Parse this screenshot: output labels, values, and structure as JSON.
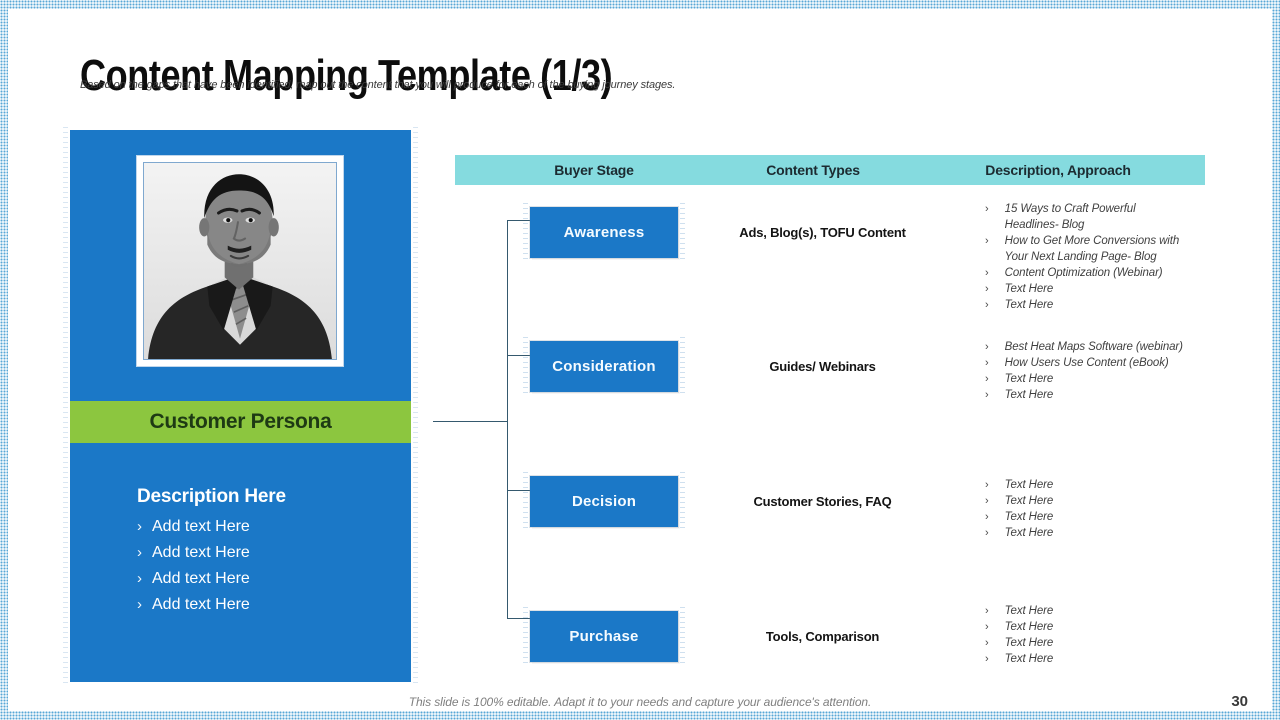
{
  "header": {
    "title": "Content Mapping Template (1/3)",
    "subtitle": "Based on the gaps that have been identified, map out the content that you will produce for each of the buying journey stages."
  },
  "persona": {
    "title": "Customer Persona",
    "description_heading": "Description Here",
    "items": [
      "Add text Here",
      "Add text Here",
      "Add text Here",
      "Add text Here"
    ]
  },
  "table": {
    "columns": [
      "Buyer Stage",
      "Content Types",
      "Description, Approach"
    ],
    "rows": [
      {
        "stage": "Awareness",
        "content_types": "Ads, Blog(s), TOFU Content",
        "descriptions": [
          "15 Ways to Craft Powerful\nHeadlines- Blog",
          "How to Get More Conversions with\nYour Next Landing Page- Blog",
          "Content Optimization (Webinar)",
          "Text Here",
          "Text Here"
        ]
      },
      {
        "stage": "Consideration",
        "content_types": "Guides/ Webinars",
        "descriptions": [
          "Best Heat Maps Software (webinar)",
          "How Users Use Content (eBook)",
          "Text Here",
          "Text Here"
        ]
      },
      {
        "stage": "Decision",
        "content_types": "Customer Stories, FAQ",
        "descriptions": [
          "Text Here",
          "Text Here",
          "Text Here",
          "Text Here"
        ]
      },
      {
        "stage": "Purchase",
        "content_types": "Tools, Comparison",
        "descriptions": [
          "Text Here",
          "Text Here",
          "Text Here",
          "Text Here"
        ]
      }
    ]
  },
  "footer": {
    "note": "This slide is 100% editable. Adapt it to your needs and capture your audience's attention.",
    "page": "30"
  },
  "ui": {
    "bullet": "›",
    "colors": {
      "accent_blue": "#1b78c7",
      "header_teal": "#85dbdf",
      "band_green": "#8cc63f",
      "connector": "#35596e",
      "border_dots": "#58a7d6"
    }
  }
}
